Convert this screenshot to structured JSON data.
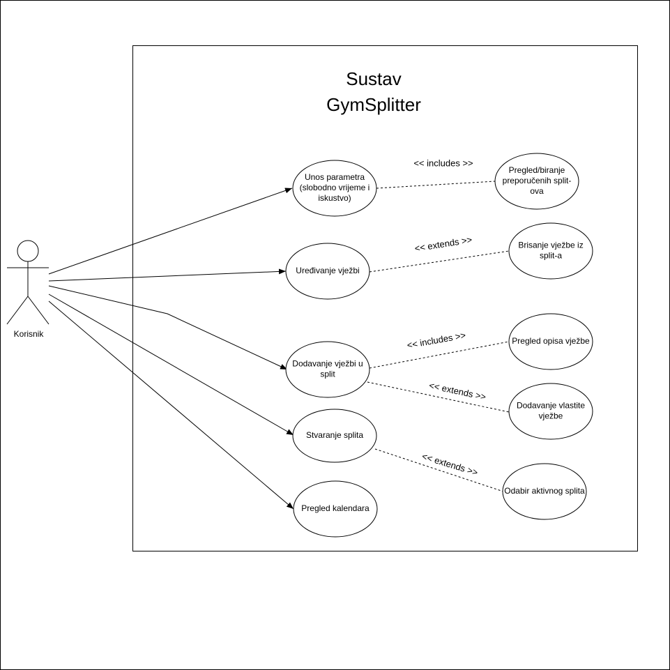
{
  "system": {
    "title_line1": "Sustav",
    "title_line2": "GymSplitter"
  },
  "actor": {
    "name": "Korisnik"
  },
  "use_cases": {
    "unos": [
      "Unos parametra",
      "(slobodno vrijeme i",
      "iskustvo)"
    ],
    "uredivanje": [
      "Uređivanje vježbi"
    ],
    "dodavanje": [
      "Dodavanje vježbi u",
      "split"
    ],
    "stvaranje": [
      "Stvaranje splita"
    ],
    "kalendar": [
      "Pregled kalendara"
    ],
    "pregled_splitova": [
      "Pregled/biranje",
      "preporučenih split-",
      "ova"
    ],
    "brisanje": [
      "Brisanje vježbe iz",
      "split-a"
    ],
    "opis": [
      "Pregled opisa vježbe"
    ],
    "vlastita": [
      "Dodavanje vlastite",
      "vježbe"
    ],
    "aktivni": [
      "Odabir aktivnog splita"
    ]
  },
  "relations": {
    "unos_includes": "<< includes >>",
    "uredivanje_extends": "<< extends >>",
    "dodavanje_includes": "<< includes >>",
    "dodavanje_extends": "<< extends >>",
    "stvaranje_extends": "<< extends >>"
  },
  "colors": {
    "stroke": "#000000",
    "background": "#ffffff"
  }
}
